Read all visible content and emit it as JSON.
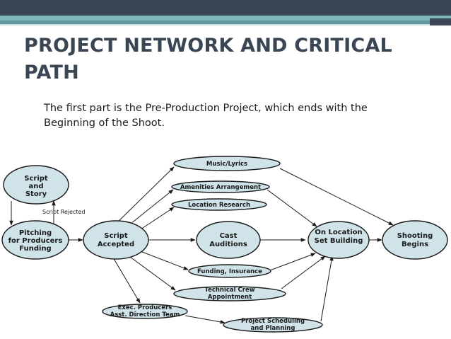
{
  "slide": {
    "title_line1": "PROJECT NETWORK AND CRITICAL",
    "title_line2": "PATH",
    "text_line1": "The first part is the Pre-Production Project, which ends with the",
    "text_line2": "Beginning of the Shoot."
  },
  "diagram": {
    "nodes": {
      "script_story": [
        "Script",
        "and",
        "Story"
      ],
      "pitching": [
        "Pitching",
        "for Producers",
        "Funding"
      ],
      "script_accepted": [
        "Script",
        "Accepted"
      ],
      "cast_auditions": [
        "Cast",
        "Auditions"
      ],
      "on_location": [
        "On Location",
        "Set Building"
      ],
      "shooting": [
        "Shooting",
        "Begins"
      ],
      "music": [
        "Music/Lyrics"
      ],
      "amenities": [
        "Amenities Arrangement"
      ],
      "location_research": [
        "Location Research"
      ],
      "funding": [
        "Funding, Insurance"
      ],
      "technical_crew": [
        "Technical Crew",
        "Appointment"
      ],
      "exec_producers": [
        "Exec. Producers",
        "Asst. Direction Team"
      ],
      "project_scheduling": [
        "Project Scheduling",
        "and Planning"
      ]
    },
    "edge_label": "Script Rejected"
  }
}
